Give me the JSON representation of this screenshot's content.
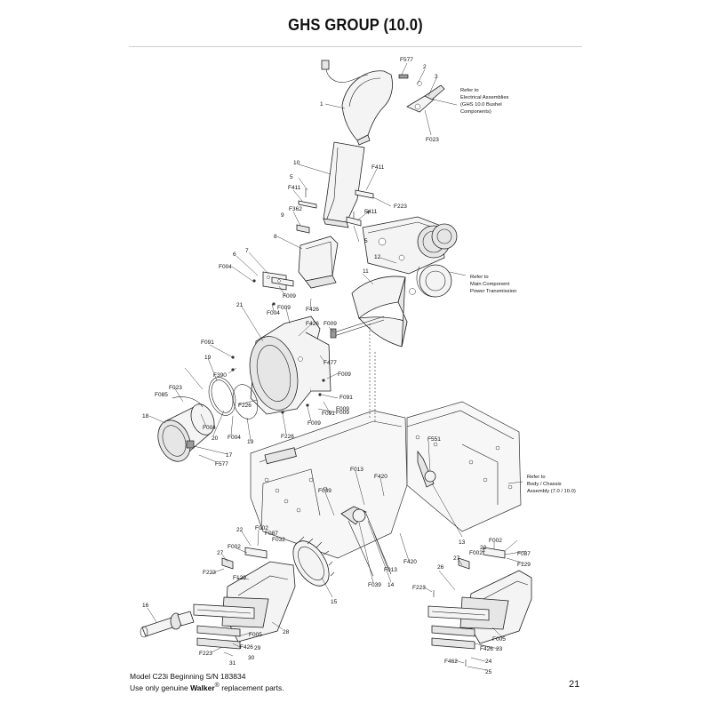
{
  "title": "GHS GROUP (10.0)",
  "footer": {
    "model": "Model C23i Beginning S/N 183834",
    "use_only": "Use only genuine",
    "brand": "Walker",
    "registered": "®",
    "suffix": "replacement parts.",
    "page_number": "21"
  },
  "callouts": [
    "F577",
    "2",
    "3",
    "1",
    "F023",
    "10",
    "F411",
    "5",
    "F411",
    "F223",
    "4",
    "F411",
    "F362",
    "9",
    "5",
    "8",
    "12",
    "11",
    "7",
    "6",
    "F004",
    "F009",
    "F009",
    "F004",
    "F426",
    "F426",
    "F009",
    "21",
    "F091",
    "F390",
    "19",
    "F477",
    "F009",
    "F023",
    "F085",
    "F226",
    "F091",
    "F009",
    "18",
    "20",
    "F004",
    "F004",
    "19",
    "F226",
    "F009",
    "F091",
    "F009",
    "17",
    "F577",
    "F551",
    "F013",
    "F420",
    "F039",
    "13",
    "F420",
    "F013",
    "F039",
    "14",
    "15",
    "22",
    "F002",
    "F087",
    "F032",
    "F002",
    "27",
    "F223",
    "F129",
    "16",
    "28",
    "F005",
    "F426",
    "29",
    "F223",
    "30",
    "31",
    "26",
    "27",
    "F002",
    "22",
    "F002",
    "F087",
    "F129",
    "F223",
    "F005",
    "F426",
    "23",
    "F462",
    "24",
    "25"
  ],
  "refs": {
    "electrical": [
      "Refer to",
      "Electrical Assemblies",
      "(GHS 10.0 Bushel",
      "Components)"
    ],
    "power": [
      "Refer to",
      "Main Component",
      "Power Transmission"
    ],
    "body": [
      "Refer to",
      "Body / Chassis",
      "Assembly (7.0 / 10.0)"
    ]
  }
}
